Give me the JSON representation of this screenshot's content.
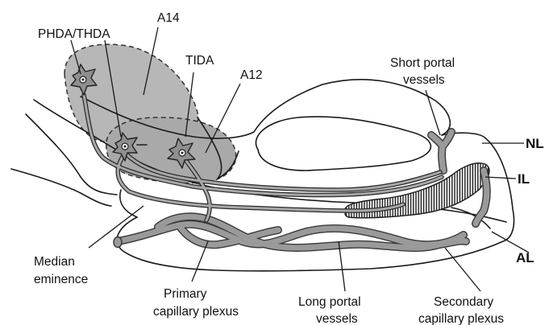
{
  "labels": {
    "phda_thda": "PHDA/THDA",
    "a14": "A14",
    "tida": "TIDA",
    "a12": "A12",
    "short_portal_line1": "Short portal",
    "short_portal_line2": "vessels",
    "nl": "NL",
    "il": "IL",
    "al": "AL",
    "median_line1": "Median",
    "median_line2": "eminence",
    "primary_line1": "Primary",
    "primary_line2": "capillary plexus",
    "long_portal_line1": "Long portal",
    "long_portal_line2": "vessels",
    "secondary_line1": "Secondary",
    "secondary_line2": "capillary plexus"
  },
  "colors": {
    "nucleus_a14_fill": "#b7b7b7",
    "nucleus_a12_fill": "#a9a9a9",
    "vessel": "#9a9a9a",
    "axon": "#a8a8a8",
    "neuron": "#8f8f8f",
    "line": "#1a1a1a"
  }
}
